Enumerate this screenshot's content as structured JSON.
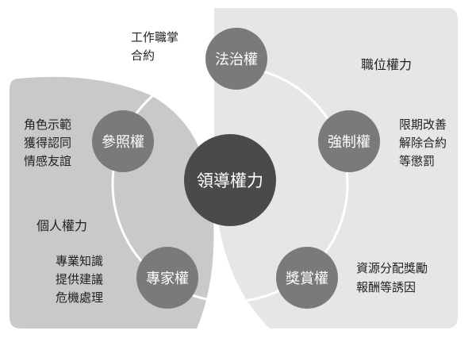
{
  "center": {
    "label": "領導權力"
  },
  "regions": {
    "positional": {
      "label": "職位權力"
    },
    "personal": {
      "label": "個人權力"
    }
  },
  "nodes": {
    "legal": {
      "label": "法治權",
      "notes": [
        "工作職掌",
        "合約"
      ]
    },
    "coercive": {
      "label": "強制權",
      "notes": [
        "限期改善",
        "解除合約",
        "等懲罰"
      ]
    },
    "reward": {
      "label": "獎賞權",
      "notes": [
        "資源分配獎勵",
        "報酬等誘因"
      ]
    },
    "expert": {
      "label": "專家權",
      "notes": [
        "專業知識",
        "提供建議",
        "危機處理"
      ]
    },
    "referent": {
      "label": "參照權",
      "notes": [
        "角色示範",
        "獲得認同",
        "情感友誼"
      ]
    }
  },
  "colors": {
    "positional_region": "#e6e6e6",
    "personal_region": "#c9c9c9",
    "node_fill": "#7a7a7a",
    "center_fill": "#4a4a4a",
    "ring_stroke": "#ffffff",
    "text_dark": "#222222",
    "text_light": "#ffffff"
  }
}
